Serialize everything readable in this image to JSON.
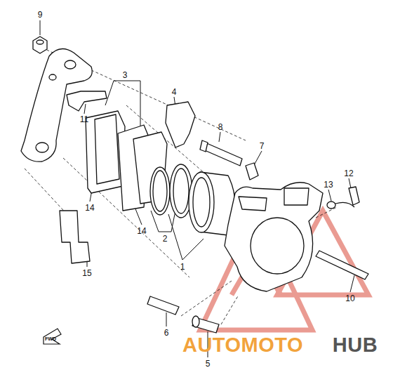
{
  "diagram": {
    "labels": [
      "9",
      "3",
      "4",
      "11",
      "8",
      "7",
      "12",
      "13",
      "14",
      "14",
      "2",
      "1",
      "15",
      "10",
      "6",
      "5",
      "FWD",
      "AUTOMOTO",
      "HUB"
    ]
  }
}
